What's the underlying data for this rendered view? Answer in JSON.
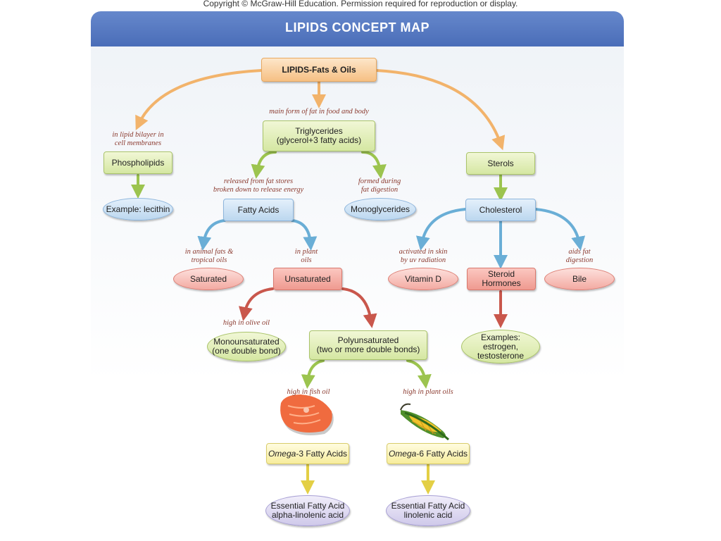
{
  "copyright": "Copyright © McGraw-Hill Education. Permission required for reproduction or display.",
  "title": "LIPIDS CONCEPT MAP",
  "nodes": {
    "root": "LIPIDS-Fats & Oils",
    "triglycerides": [
      "Triglycerides",
      "(glycerol+3 fatty acids)"
    ],
    "phospholipids": "Phospholipids",
    "lecithin": "Example: lecithin",
    "sterols": "Sterols",
    "cholesterol": "Cholesterol",
    "fatty_acids": "Fatty Acids",
    "monoglycerides": "Monoglycerides",
    "saturated": "Saturated",
    "unsaturated": "Unsaturated",
    "vitamin_d": "Vitamin D",
    "steroid_hormones": [
      "Steroid",
      "Hormones"
    ],
    "bile": "Bile",
    "monounsaturated": [
      "Monounsaturated",
      "(one double bond)"
    ],
    "polyunsaturated": [
      "Polyunsaturated",
      "(two or more double bonds)"
    ],
    "hormone_examples": [
      "Examples:",
      "estrogen,",
      "testosterone"
    ],
    "omega3": {
      "prefix": "Omega",
      "suffix": "-3 Fatty Acids"
    },
    "omega6": {
      "prefix": "Omega",
      "suffix": "-6 Fatty Acids"
    },
    "efa_alpha": [
      "Essential Fatty Acid",
      "alpha-linolenic acid"
    ],
    "efa_linolenic": [
      "Essential Fatty Acid",
      "linolenic acid"
    ]
  },
  "labels": {
    "main_form": "main form of fat in food and body",
    "lipid_bilayer": [
      "in lipid bilayer in",
      "cell membranes"
    ],
    "released": [
      "released from fat stores",
      "broken down to release energy"
    ],
    "formed_during": [
      "formed during",
      "fat digestion"
    ],
    "animal_fats": [
      "in animal fats &",
      "tropical oils"
    ],
    "plant_oils": [
      "in plant",
      "oils"
    ],
    "activated": [
      "activated in skin",
      "by uv radiation"
    ],
    "aids_fat": [
      "aids fat",
      "digestion"
    ],
    "olive_oil": "high in olive oil",
    "fish_oil": "high in fish oil",
    "high_plant_oils": "high in plant oils"
  },
  "colors": {
    "orange_arrow": "#f2b36b",
    "green_arrow": "#9cc44f",
    "blue_arrow": "#6aaed6",
    "red_arrow": "#c9574c",
    "yellow_arrow": "#e3cf45"
  }
}
